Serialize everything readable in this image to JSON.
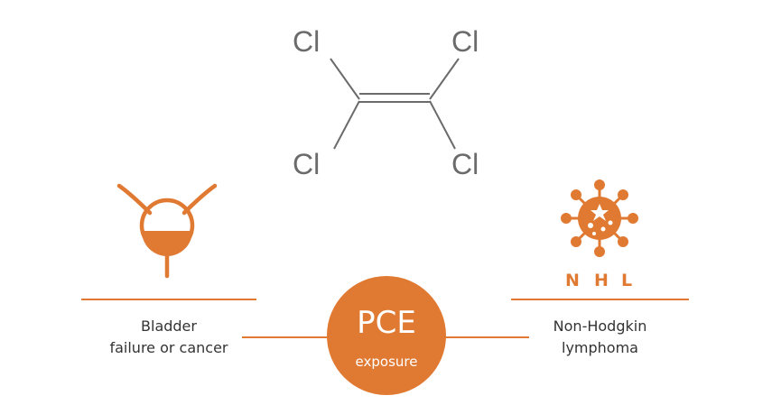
{
  "molecule": {
    "atoms": [
      "Cl",
      "Cl",
      "Cl",
      "Cl"
    ]
  },
  "left_item": {
    "caption_line1": "Bladder",
    "caption_line2": "failure or cancer",
    "icon": "bladder-icon"
  },
  "right_item": {
    "abbreviation": [
      "N",
      "H",
      "L"
    ],
    "caption_line1": "Non-Hodgkin",
    "caption_line2": "lymphoma",
    "icon": "lymphoma-cell-icon"
  },
  "center": {
    "title": "PCE",
    "subtitle": "exposure"
  },
  "colors": {
    "accent": "#e07a33",
    "molecule": "#6b6b6b",
    "text": "#333333"
  }
}
